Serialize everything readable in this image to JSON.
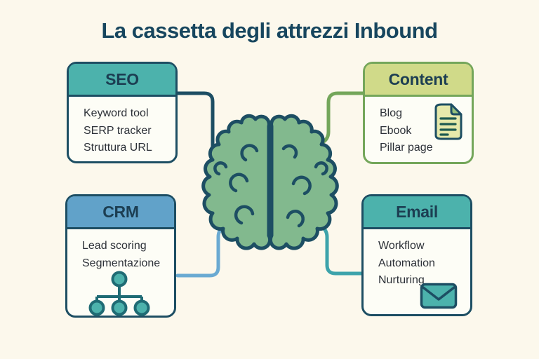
{
  "title": "La cassetta degli attrezzi Inbound",
  "background": "#fcf8ec",
  "title_color": "#17465e",
  "center": {
    "icon": "brain-icon",
    "fill": "#82b98e",
    "outline": "#1d4e63"
  },
  "boxes": [
    {
      "id": "seo",
      "label": "SEO",
      "header_color": "#4cb2ac",
      "border_color": "#1d4e63",
      "items": [
        "Keyword tool",
        "SERP tracker",
        "Struttura URL"
      ],
      "icon": null
    },
    {
      "id": "content",
      "label": "Content",
      "header_color": "#d0da89",
      "border_color": "#74a65a",
      "items": [
        "Blog",
        "Ebook",
        "Pillar page"
      ],
      "icon": "document-icon"
    },
    {
      "id": "crm",
      "label": "CRM",
      "header_color": "#61a2c9",
      "border_color": "#1d4e63",
      "items": [
        "Lead scoring",
        "Segmentazione"
      ],
      "icon": "hierarchy-icon"
    },
    {
      "id": "email",
      "label": "Email",
      "header_color": "#4cb2ac",
      "border_color": "#1d4e63",
      "items": [
        "Workflow",
        "Automation",
        "Nurturing"
      ],
      "icon": "envelope-icon"
    }
  ],
  "connectors": [
    {
      "from": "seo",
      "to": "brain",
      "color": "#1d4e63"
    },
    {
      "from": "content",
      "to": "brain",
      "color": "#74a65a"
    },
    {
      "from": "crm",
      "to": "brain",
      "color": "#6aaad2"
    },
    {
      "from": "email",
      "to": "brain",
      "color": "#3da3ab"
    }
  ]
}
